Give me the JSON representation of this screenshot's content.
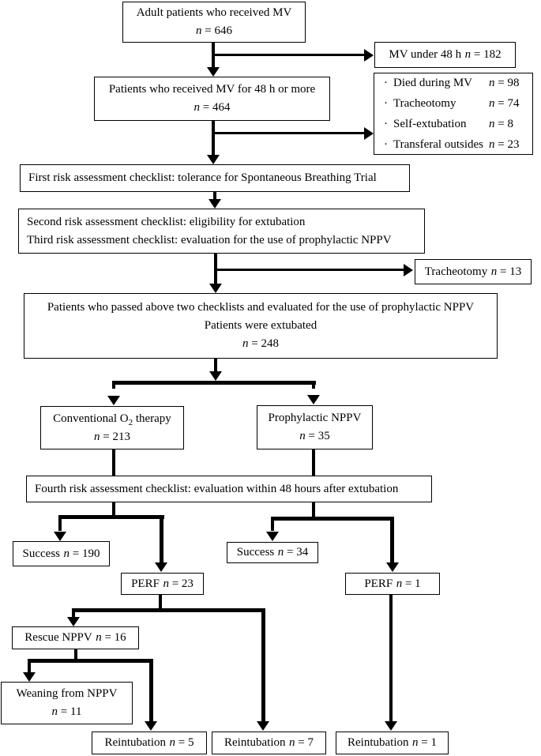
{
  "figure": {
    "type": "patient-flow-diagram",
    "colors": {
      "line": "#000000",
      "box_border": "#000000",
      "background": "#ffffff",
      "text": "#000000"
    },
    "boxes": {
      "adult_mv": {
        "line1": "Adult patients who received MV",
        "n": "n = 646"
      },
      "mv_under_48h": {
        "label": "MV under 48 h",
        "n": "n = 182"
      },
      "mv_48h_or_more": {
        "line1": "Patients who received MV for 48 h or more",
        "n": "n = 464"
      },
      "exclusions": {
        "bullet": "·",
        "items": [
          {
            "label": "Died during MV",
            "n": "n = 98"
          },
          {
            "label": "Tracheotomy",
            "n": "n = 74"
          },
          {
            "label": "Self-extubation",
            "n": "n = 8"
          },
          {
            "label": "Transferal outsides",
            "n": "n = 23"
          }
        ]
      },
      "first_checklist": {
        "text": "First risk assessment checklist: tolerance for Spontaneous Breathing Trial"
      },
      "second_third_checklist": {
        "line1": "Second risk assessment checklist: eligibility for extubation",
        "line2": "Third risk assessment checklist: evaluation for the use of prophylactic NPPV"
      },
      "tracheotomy": {
        "label": "Tracheotomy",
        "n": "n = 13"
      },
      "passed_checklists": {
        "line1": "Patients who passed above two checklists and evaluated for the use of prophylactic NPPV",
        "line2": "Patients were extubated",
        "n": "n = 248"
      },
      "conventional_o2": {
        "pre": "Conventional O",
        "sub": "2",
        "post": " therapy",
        "n": "n = 213"
      },
      "prophylactic_nppv": {
        "line1": "Prophylactic NPPV",
        "n": "n = 35"
      },
      "fourth_checklist": {
        "text": "Fourth risk assessment checklist: evaluation within 48 hours after extubation"
      },
      "success_conventional": {
        "label": "Success",
        "n": "n = 190"
      },
      "success_nppv": {
        "label": "Success",
        "n": "n = 34"
      },
      "perf_conventional": {
        "label": "PERF",
        "n": "n = 23"
      },
      "perf_nppv": {
        "label": "PERF",
        "n": "n = 1"
      },
      "rescue_nppv": {
        "label": "Rescue NPPV",
        "n": "n = 16"
      },
      "weaning_nppv": {
        "line1": "Weaning from NPPV",
        "n": "n = 11"
      },
      "reintubation_rescue": {
        "label": "Reintubation",
        "n": "n = 5"
      },
      "reintubation_conventional": {
        "label": "Reintubation",
        "n": "n = 7"
      },
      "reintubation_nppv": {
        "label": "Reintubation",
        "n": "n = 1"
      }
    }
  }
}
